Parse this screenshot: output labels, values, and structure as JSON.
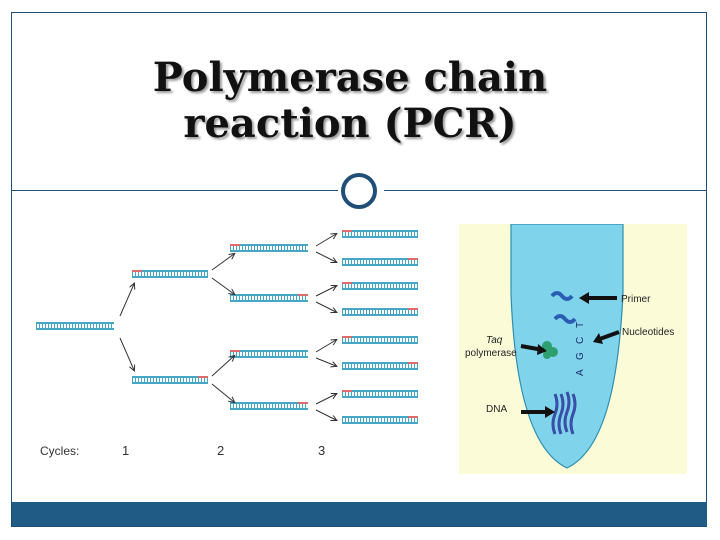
{
  "slide": {
    "title_line1": "Polymerase chain",
    "title_line2": "reaction (PCR)"
  },
  "pcr_diagram": {
    "cycles_label": "Cycles:",
    "cycle_numbers": [
      "1",
      "2",
      "3"
    ]
  },
  "tube_diagram": {
    "bases": [
      "A",
      "G",
      "C",
      "T"
    ],
    "label_primer": "Primer",
    "label_nucleotides": "Nucleotides",
    "label_taq_1": "Taq",
    "label_taq_2": "polymerase",
    "label_dna": "DNA"
  },
  "colors": {
    "accent": "#1f4e79",
    "footer": "#1f5b84",
    "tube_bg": "#fbfbd8",
    "liquid": "#7fd3ea",
    "strand": "#46a6c6",
    "primer": "#e06b6b",
    "polymerase": "#2e9f6e"
  }
}
